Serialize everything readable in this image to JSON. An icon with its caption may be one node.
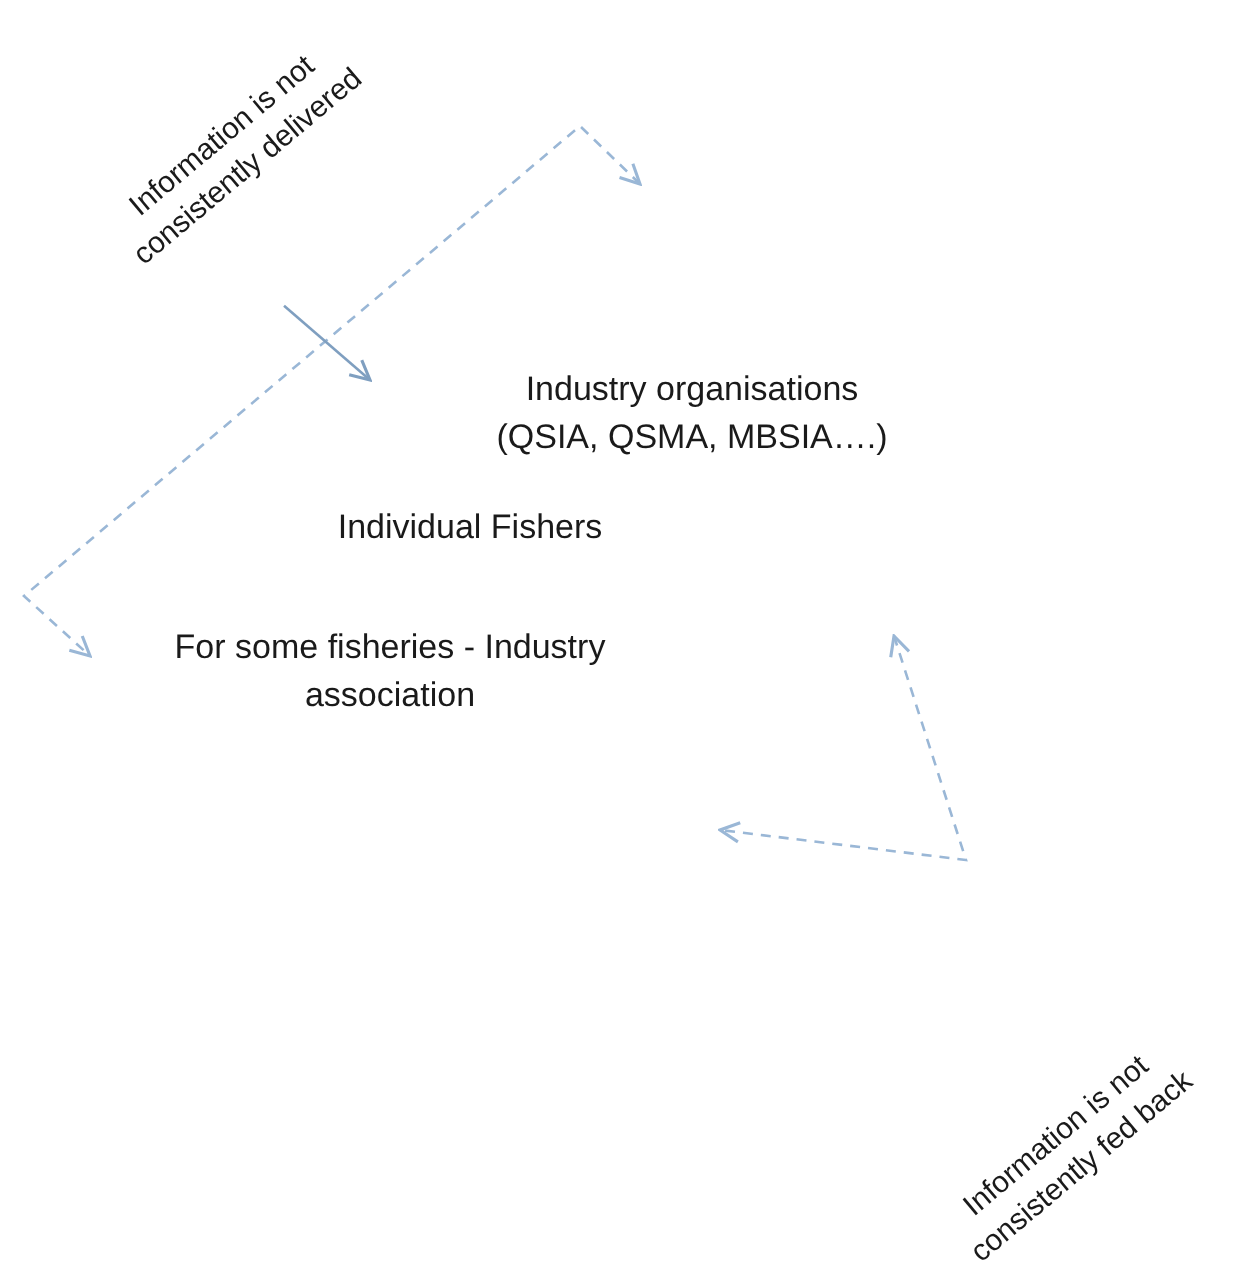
{
  "diagram": {
    "nodes": [
      {
        "text": [
          "Industry organisations (QSIA, QSMA, MBSIA….)"
        ]
      },
      {
        "text": [
          "Individual Fishers"
        ]
      },
      {
        "text": [
          "For some fisheries - Industry association"
        ]
      },
      {
        "text": [
          "Information is not consistently delivered"
        ]
      }
    ],
    "edges": [
      {
        "from": null,
        "to": 2,
        "arrow": "both",
        "style": "dashed"
      },
      {
        "from": null,
        "to": 2,
        "arrow": "both",
        "style": "dashed"
      },
      {
        "from": 3,
        "to": null,
        "arrow": "to"
      }
    ],
    "labels": [
      "Information is not consistently fed back"
    ]
  }
}
